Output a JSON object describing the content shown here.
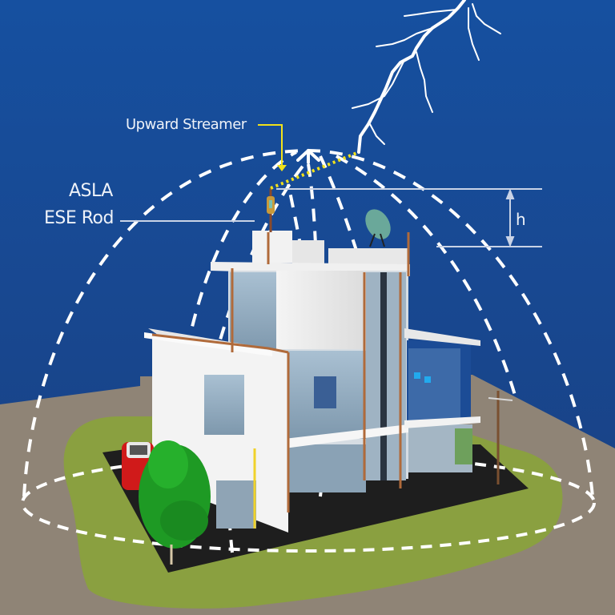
{
  "figure": {
    "title": "ESE lightning rod protection zone diagram",
    "labels": {
      "upward_streamer": "Upward Streamer",
      "asla": "ASLA",
      "ese_rod": "ESE Rod",
      "height": "h"
    },
    "elements": [
      "lightning-bolt",
      "upward-streamer-dotted-line",
      "ese-rod",
      "protection-zone-dome",
      "protection-zone-ground-ellipse",
      "two-storey-house",
      "satellite-dish",
      "red-car",
      "green-tree",
      "utility-pole",
      "lawn",
      "driveway-pavement"
    ],
    "colors": {
      "sky_top": "#1650a0",
      "sky_bottom": "#1a3f80",
      "ground": "#8f8476",
      "lawn": "#8aa040",
      "pavement": "#1e1e1e",
      "dashed_lines": "#ffffff",
      "streamer": "#f2e21a",
      "copper_conductor": "#b06a3a",
      "car": "#d01a1a",
      "tree": "#1e9a24"
    }
  }
}
